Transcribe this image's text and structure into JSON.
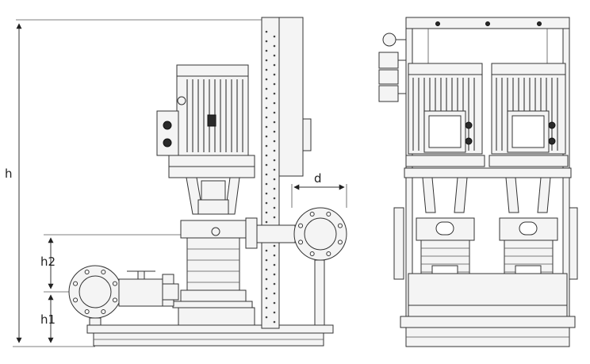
{
  "labels": {
    "height": "h",
    "height_h2": "h2",
    "height_h1": "h1",
    "distance_d": "d"
  },
  "colors": {
    "line": "#333333",
    "fill": "#f4f4f4",
    "dark": "#2a2a2a"
  }
}
